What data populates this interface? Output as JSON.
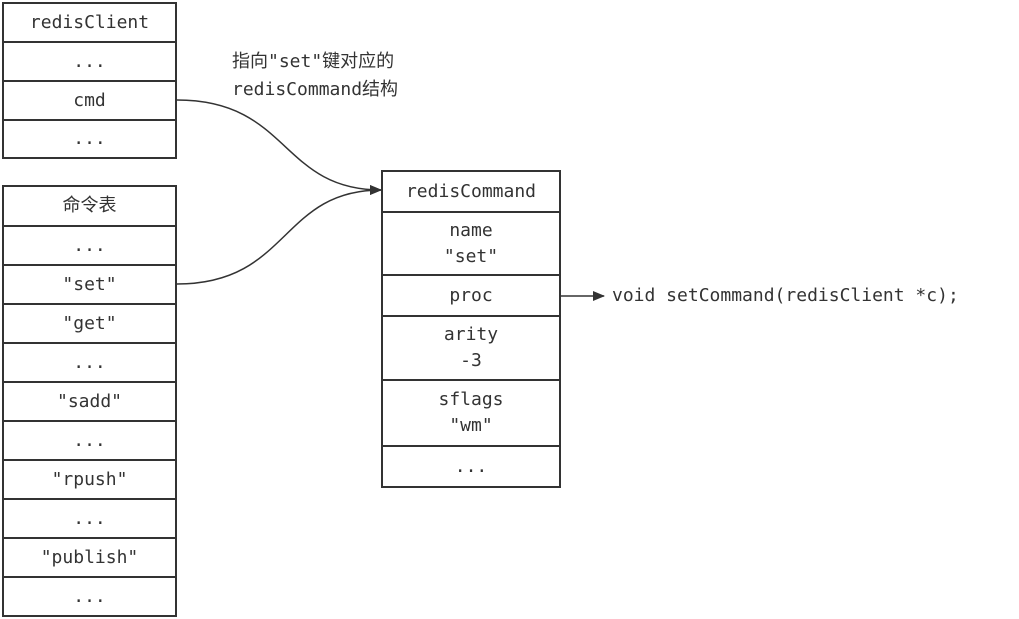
{
  "redis_client": {
    "title": "redisClient",
    "rows": [
      "...",
      "cmd",
      "..."
    ]
  },
  "command_table": {
    "title": "命令表",
    "rows": [
      "...",
      "\"set\"",
      "\"get\"",
      "...",
      "\"sadd\"",
      "...",
      "\"rpush\"",
      "...",
      "\"publish\"",
      "..."
    ]
  },
  "redis_command": {
    "title": "redisCommand",
    "fields": [
      {
        "line1": "name",
        "line2": "\"set\""
      },
      {
        "line1": "proc",
        "line2": ""
      },
      {
        "line1": "arity",
        "line2": "-3"
      },
      {
        "line1": "sflags",
        "line2": "\"wm\""
      },
      {
        "line1": "...",
        "line2": ""
      }
    ]
  },
  "annotation": {
    "line1": "指向\"set\"键对应的",
    "line2": "redisCommand结构"
  },
  "proc_target": "void setCommand(redisClient *c);"
}
